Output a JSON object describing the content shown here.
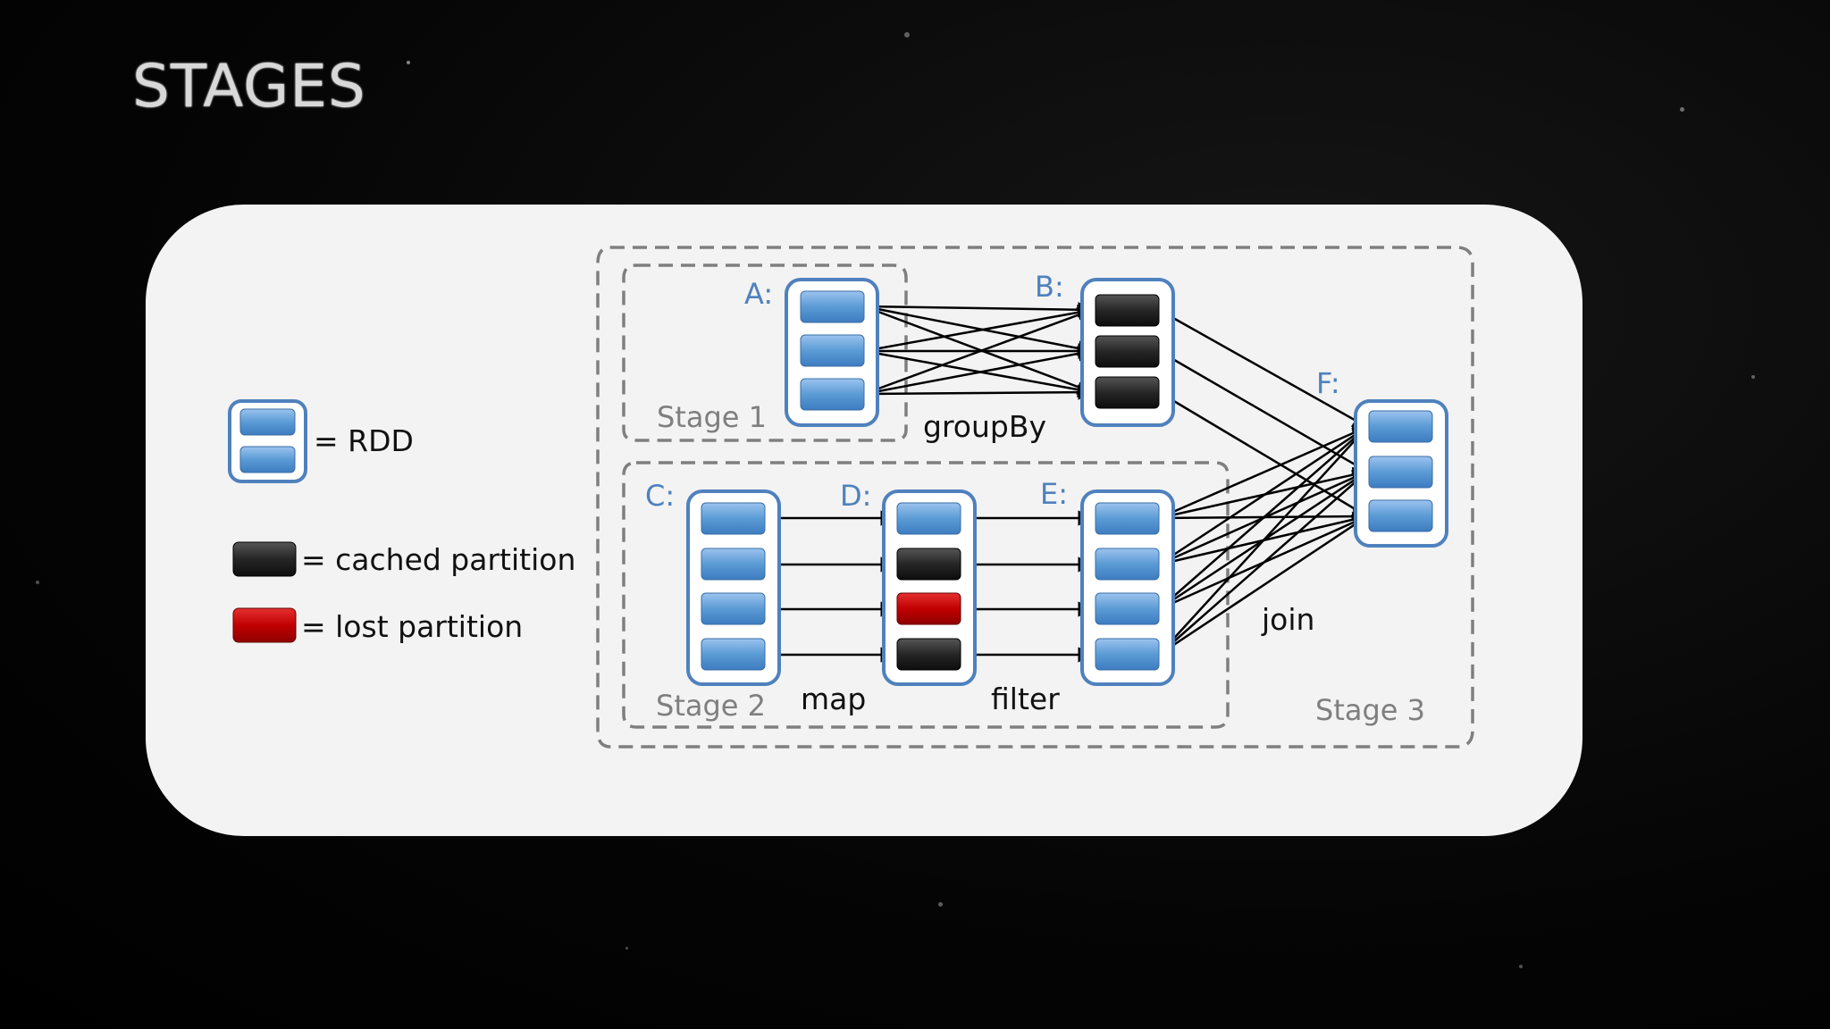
{
  "slide": {
    "title": "STAGES"
  },
  "legend": {
    "rdd": "= RDD",
    "cached": "= cached partition",
    "lost": "= lost partition"
  },
  "rdds": {
    "a": "A:",
    "b": "B:",
    "c": "C:",
    "d": "D:",
    "e": "E:",
    "f": "F:"
  },
  "stages": {
    "s1": "Stage 1",
    "s2": "Stage 2",
    "s3": "Stage 3"
  },
  "operations": {
    "groupby": "groupBy",
    "map": "map",
    "filter": "filter",
    "join": "join"
  },
  "colors": {
    "partition_blue": "#5b9bd5",
    "cached": "#222222",
    "lost": "#c00000",
    "rdd_border": "#4f81bd"
  }
}
